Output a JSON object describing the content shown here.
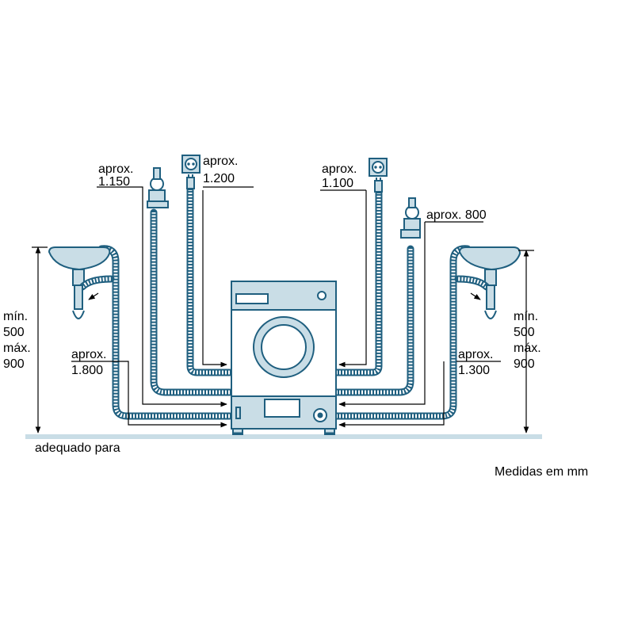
{
  "labels": {
    "top_left_hose_prefix": "aprox.",
    "top_left_hose_value": "1.150",
    "top_left_power_prefix": "aprox.",
    "top_left_power_value": "1.200",
    "top_right_power_prefix": "aprox.",
    "top_right_power_value": "1.100",
    "top_right_hose": "aprox. 800",
    "left_min": "mín.",
    "left_min_value": "500",
    "left_max": "máx.",
    "left_max_value": "900",
    "right_min": "mín.",
    "right_min_value": "500",
    "right_max": "máx.",
    "right_max_value": "900",
    "left_drain_prefix": "aprox.",
    "left_drain_value": "1.800",
    "right_drain_prefix": "aprox.",
    "right_drain_value": "1.300",
    "floor_label": "adequado para",
    "units_note": "Medidas em mm"
  },
  "colors": {
    "hose": "#1f5f7f",
    "fill": "#c9dde6",
    "floor": "#c9dde6"
  },
  "icons": [
    "washing-machine-icon",
    "sink-icon",
    "water-tap-icon",
    "power-socket-icon",
    "power-plug-icon"
  ]
}
